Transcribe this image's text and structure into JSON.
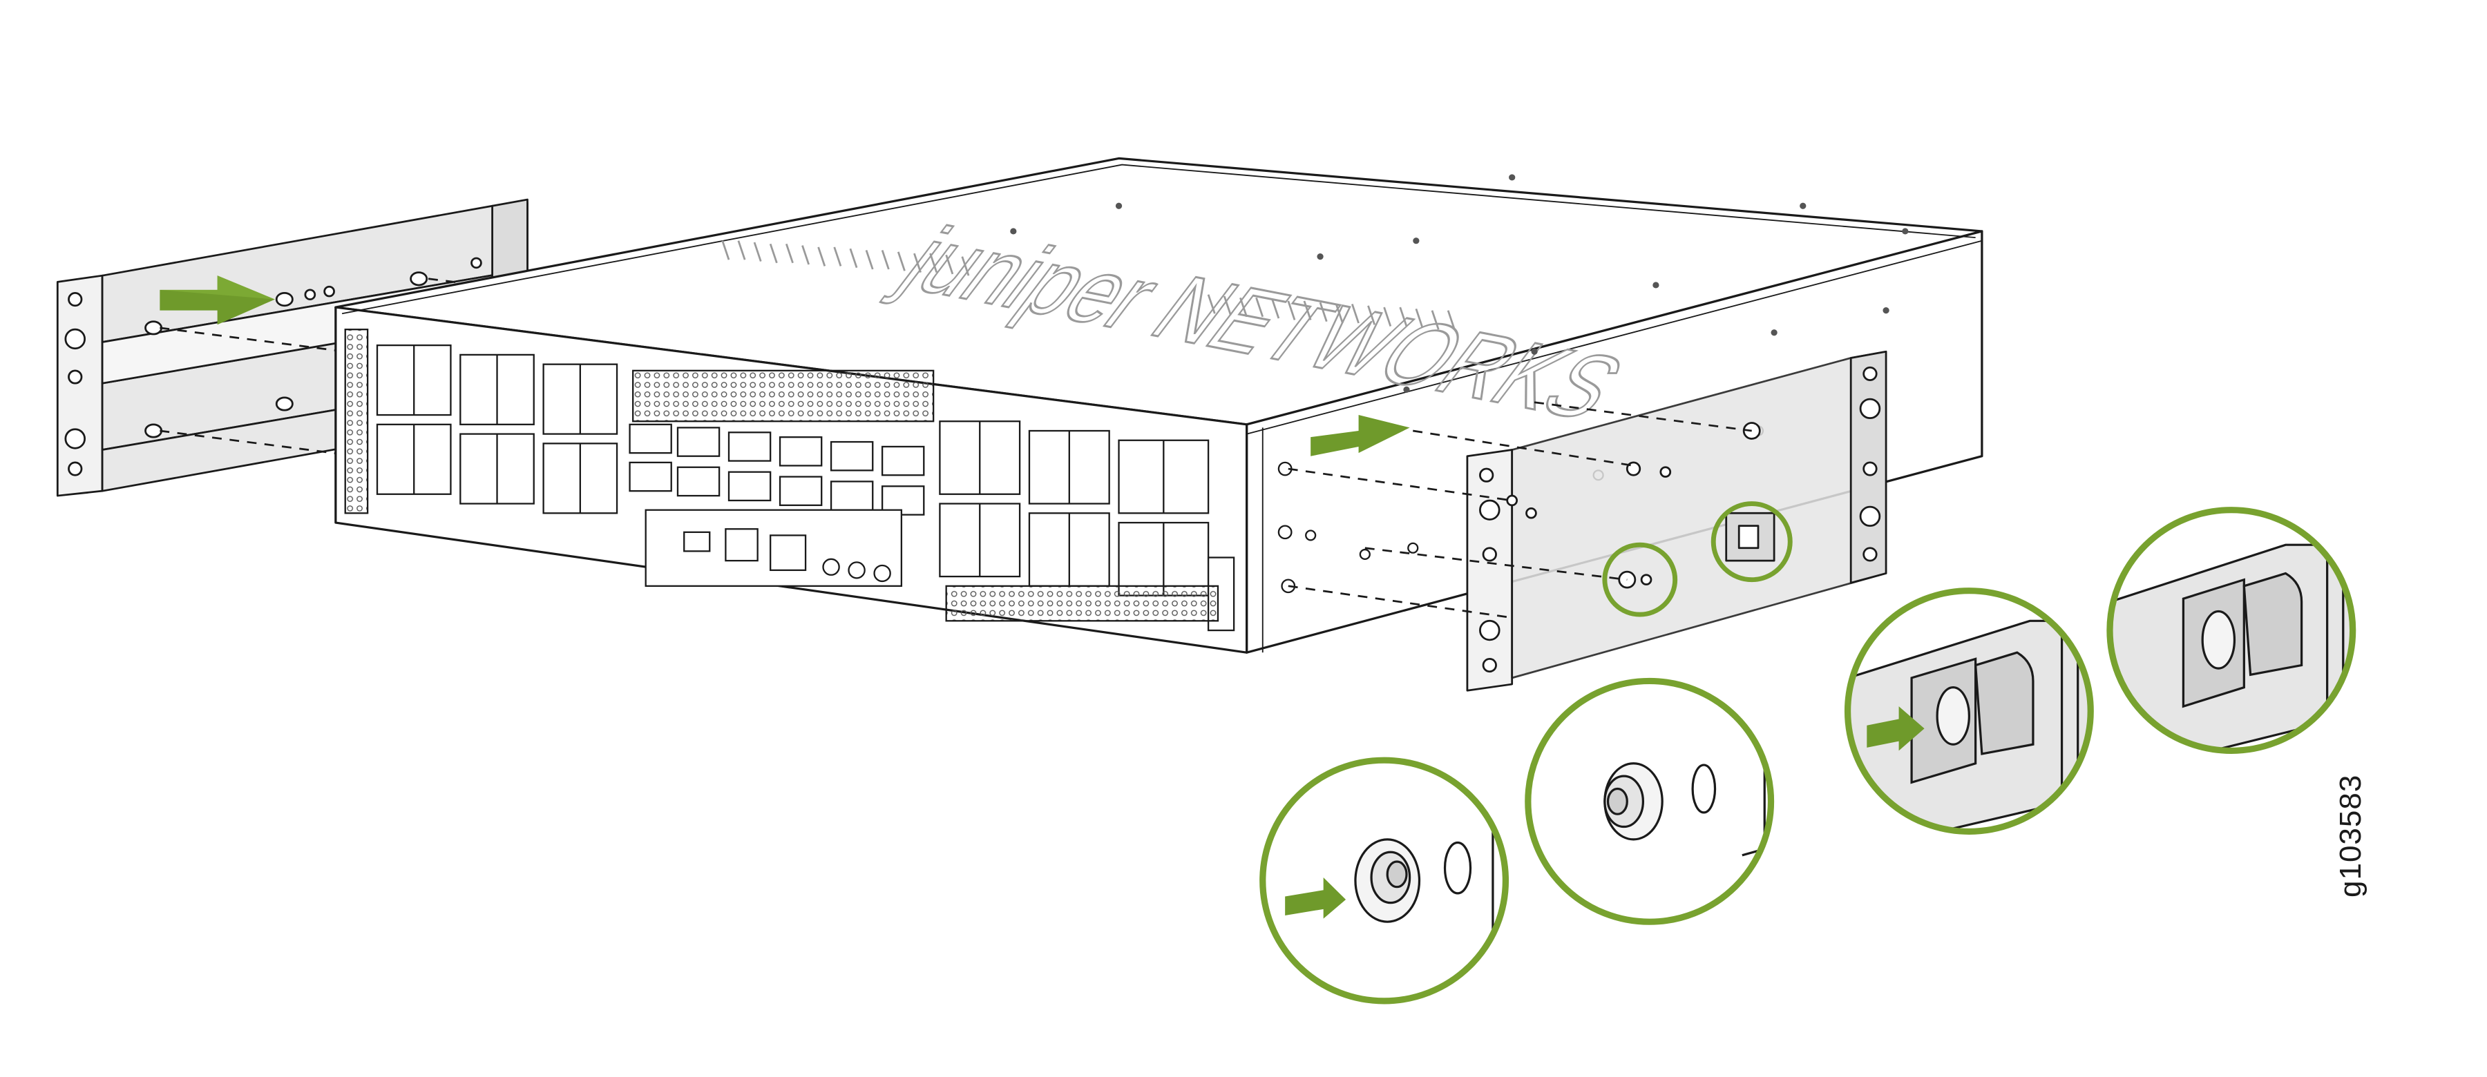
{
  "figure": {
    "id": "g103583",
    "brand_logo": "juniper NETWORKS"
  },
  "colors": {
    "accent": "#78a22f",
    "arrow": "#6f9a2b",
    "line": "#1a1a1a",
    "bracket_fill": "#e6e6e6",
    "chassis_fill": "#ffffff",
    "detail_fill": "#d9d9d9"
  },
  "icons": [
    "push-arrow-icon",
    "callout-circle",
    "button-detail"
  ]
}
